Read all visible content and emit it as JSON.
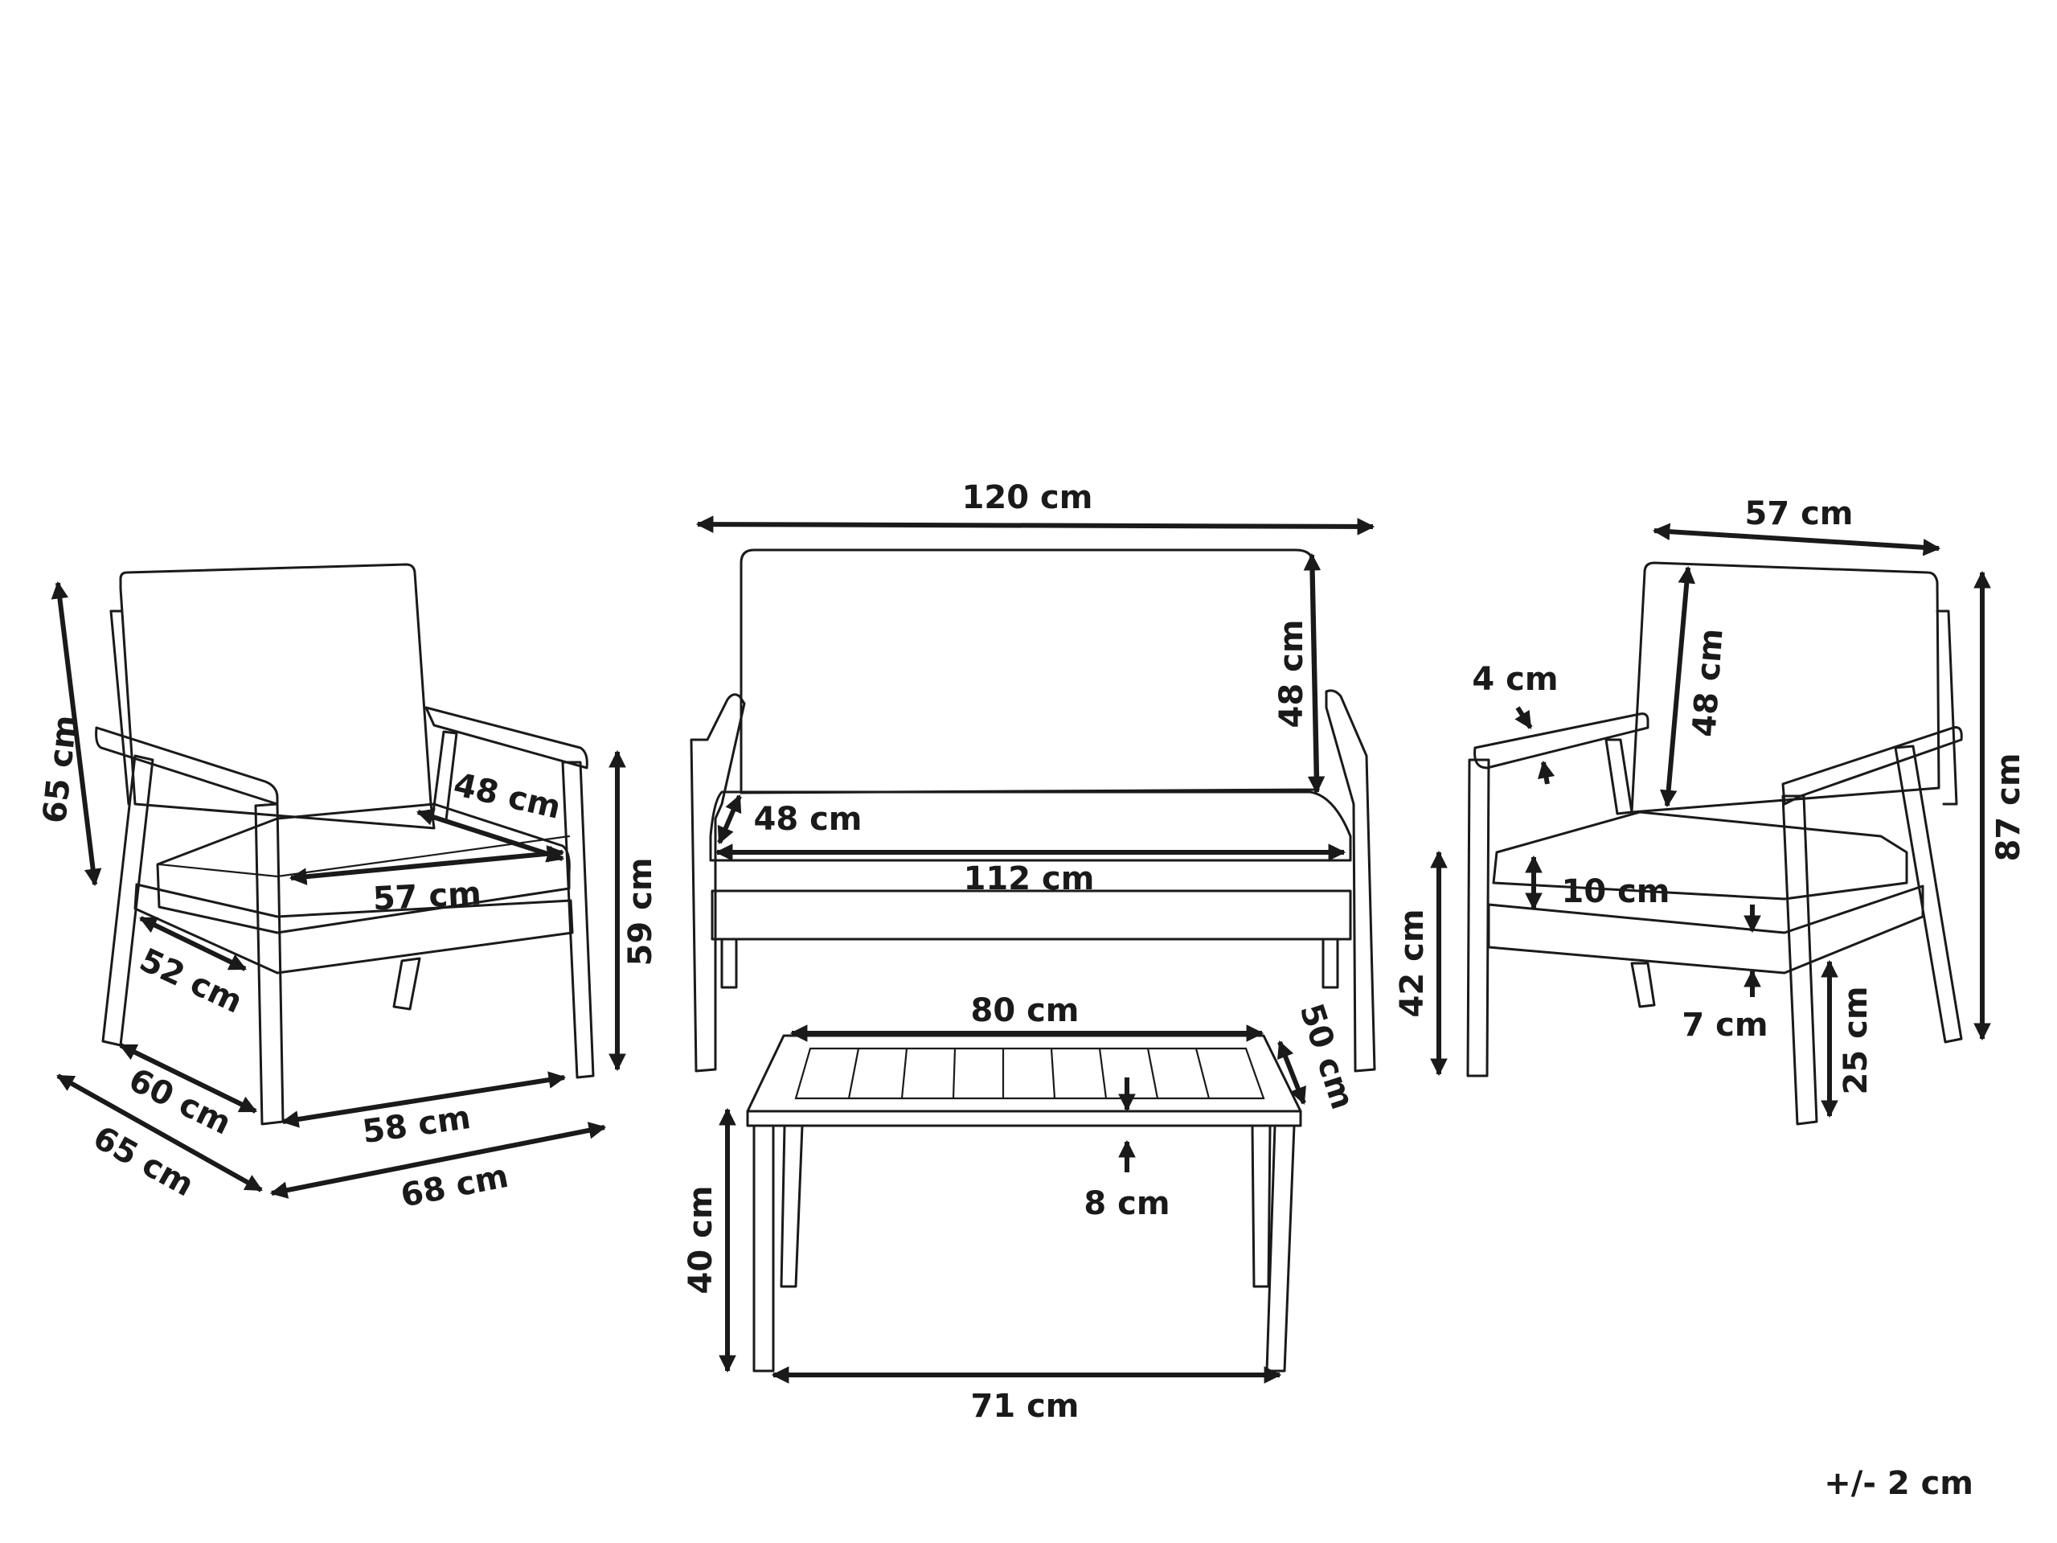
{
  "armchair_left": {
    "d65_height": "65 cm",
    "d48_depth": "48 cm",
    "d57_width": "57 cm",
    "d59_height": "59 cm",
    "d52": "52 cm",
    "d60": "60 cm",
    "d58": "58 cm",
    "d65_depth": "65 cm",
    "d68": "68 cm"
  },
  "sofa": {
    "d120": "120 cm",
    "d48_back": "48 cm",
    "d48_seat": "48 cm",
    "d112": "112 cm"
  },
  "table": {
    "d80": "80 cm",
    "d50": "50 cm",
    "d8": "8 cm",
    "d40": "40 cm",
    "d71": "71 cm"
  },
  "armchair_right": {
    "d57": "57 cm",
    "d48": "48 cm",
    "d4": "4 cm",
    "d87": "87 cm",
    "d10": "10 cm",
    "d42": "42 cm",
    "d7": "7 cm",
    "d25": "25 cm"
  },
  "tolerance": "+/- 2 cm"
}
